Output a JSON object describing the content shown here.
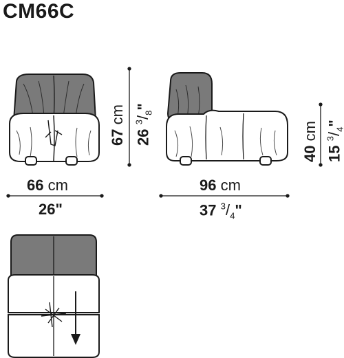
{
  "model": "CM66C",
  "dimensions": {
    "front_width": {
      "metric_value": "66",
      "metric_unit": "cm",
      "imperial_value": "26",
      "imperial_symbol": "\""
    },
    "front_height": {
      "metric_value": "67",
      "metric_unit": "cm",
      "imperial_value": "26",
      "imperial_fraction_num": "3",
      "imperial_fraction_den": "8",
      "imperial_symbol": "\""
    },
    "side_depth": {
      "metric_value": "96",
      "metric_unit": "cm",
      "imperial_value": "37",
      "imperial_fraction_num": "3",
      "imperial_fraction_den": "4",
      "imperial_symbol": "\""
    },
    "seat_height": {
      "metric_value": "40",
      "metric_unit": "cm",
      "imperial_value": "15",
      "imperial_fraction_num": "3",
      "imperial_fraction_den": "4",
      "imperial_symbol": "\""
    }
  },
  "colors": {
    "line": "#1a1a1a",
    "backrest": "#7a7a7a",
    "seat": "#ffffff"
  }
}
